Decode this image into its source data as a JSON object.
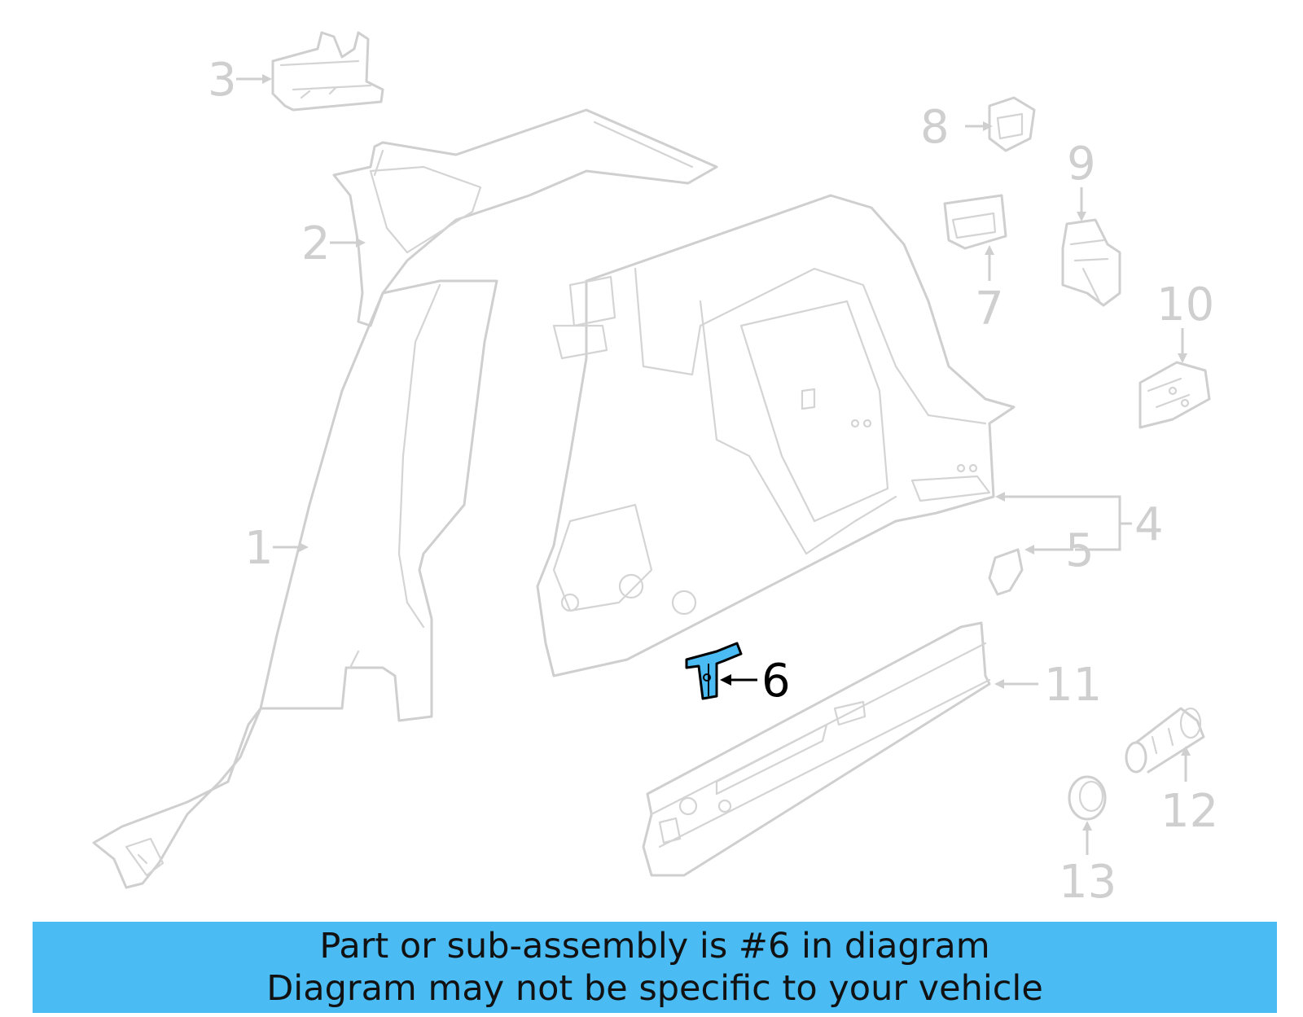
{
  "diagram": {
    "callouts": [
      "1",
      "2",
      "3",
      "4",
      "5",
      "6",
      "7",
      "8",
      "9",
      "10",
      "11",
      "12",
      "13"
    ],
    "highlighted_part": "6"
  },
  "banner": {
    "line1": "Part or sub-assembly is #6 in diagram",
    "line2": "Diagram may not be specific to your vehicle"
  },
  "colors": {
    "banner_bg": "#4bbbf3",
    "highlight_fill": "#4bbbf3",
    "part_outline": "#cfcfcf"
  }
}
